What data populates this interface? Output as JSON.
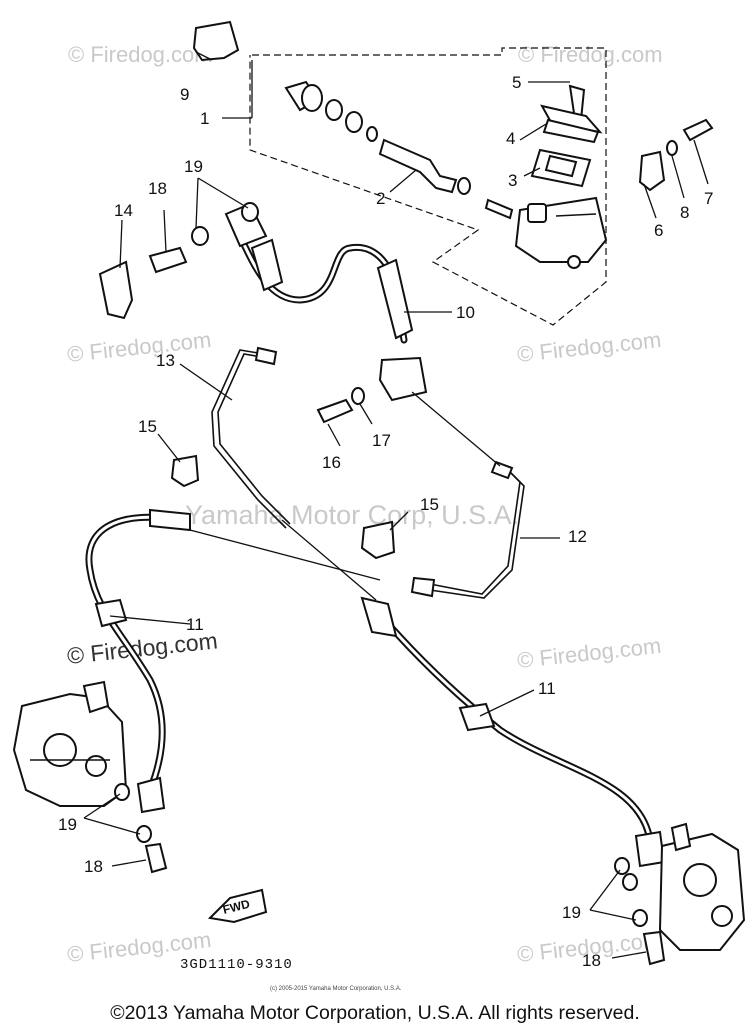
{
  "watermarks": {
    "site": "© Firedog.com",
    "corp": "Yamaha Motor Corp, U.S.A."
  },
  "callouts": {
    "c1": "1",
    "c2": "2",
    "c3": "3",
    "c4": "4",
    "c5": "5",
    "c6": "6",
    "c7": "7",
    "c8": "8",
    "c9": "9",
    "c10": "10",
    "c11a": "11",
    "c11b": "11",
    "c12": "12",
    "c13": "13",
    "c14": "14",
    "c15a": "15",
    "c15b": "15",
    "c16": "16",
    "c17": "17",
    "c18a": "18",
    "c18b": "18",
    "c18c": "18",
    "c19a": "19",
    "c19b": "19",
    "c19c": "19"
  },
  "fwd_label": "FWD",
  "diagram_code": "3GD1110-9310",
  "small_copyright": "(c) 2005-2015 Yamaha Motor Corporation, U.S.A.",
  "copyright": "©2013 Yamaha Motor Corporation, U.S.A. All rights reserved."
}
